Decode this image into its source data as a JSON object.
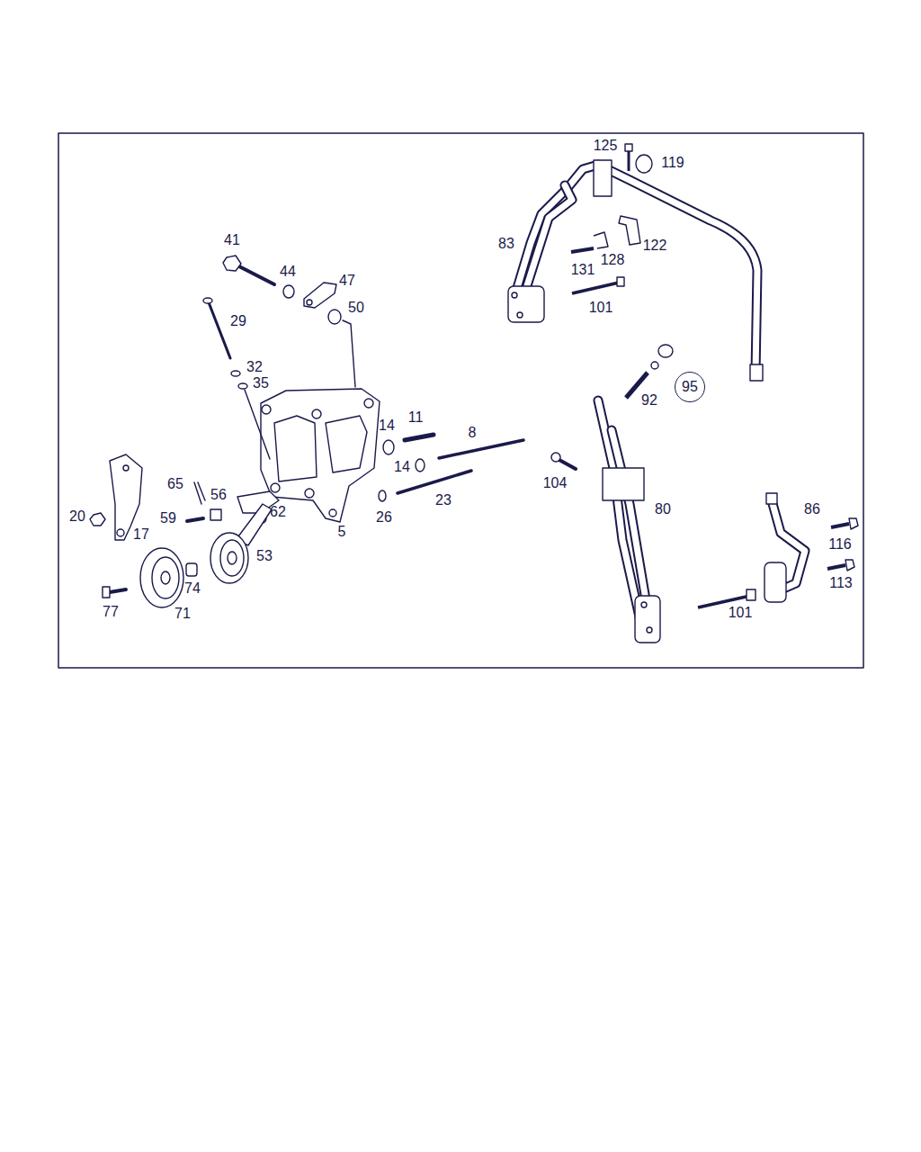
{
  "diagram": {
    "nodes": [
      {
        "text": [
          "95"
        ]
      }
    ],
    "labels": [
      "125",
      "119",
      "83",
      "122",
      "128",
      "131",
      "101",
      "41",
      "44",
      "47",
      "50",
      "29",
      "32",
      "35",
      "92",
      "14",
      "11",
      "8",
      "14",
      "104",
      "23",
      "65",
      "56",
      "26",
      "62",
      "80",
      "86",
      "20",
      "59",
      "17",
      "5",
      "116",
      "53",
      "113",
      "74",
      "101",
      "77",
      "71"
    ]
  }
}
